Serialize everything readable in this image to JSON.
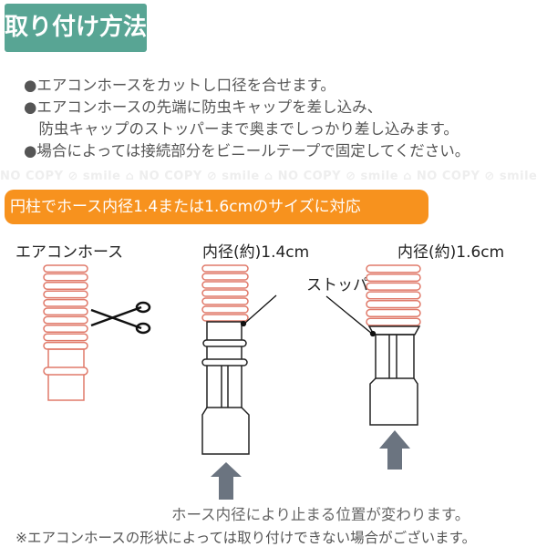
{
  "title": "取り付け方法",
  "steps": [
    "●エアコンホースをカットし口径を合せます。",
    "●エアコンホースの先端に防虫キャップを差し込み、",
    "　防虫キャップのストッパーまで奥までしっかり差し込みます。",
    "●場合によっては接続部分をビニールテープで固定してください。"
  ],
  "watermark": "NO COPY ⊘ smile ⌂ NO COPY ⊘ smile ⌂ NO COPY ⊘ smile ⌂ NO COPY ⊘ smile",
  "banner": "円柱でホース内径1.4または1.6cmのサイズに対応",
  "diagram": {
    "hose_label": "エアコンホース",
    "size1_label": "内径(約)1.4cm",
    "size2_label": "内径(約)1.6cm",
    "stopper_label": "ストッパー",
    "caption": "ホース内径により止まる位置が変わります。"
  },
  "note": "※エアコンホースの形状によっては取り付けできない場合がございます。",
  "colors": {
    "title_bg": "#58a594",
    "banner_bg": "#f7921e",
    "hose": "#e07a6a",
    "arrow": "#6b7480"
  }
}
